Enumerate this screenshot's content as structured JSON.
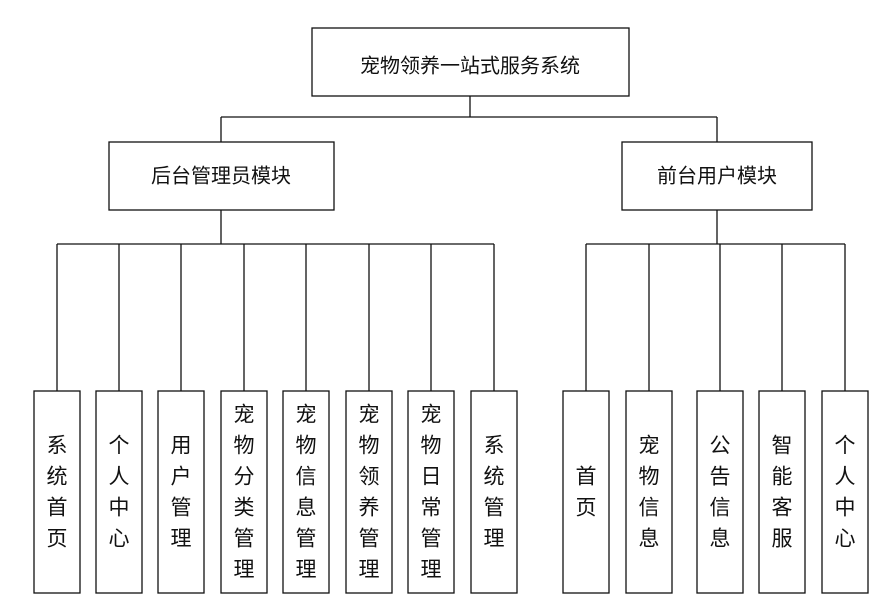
{
  "root": {
    "label": "宠物领养一站式服务系统"
  },
  "modules": [
    {
      "label": "后台管理员模块",
      "children": [
        "系统首页",
        "个人中心",
        "用户管理",
        "宠物分类管理",
        "宠物信息管理",
        "宠物领养管理",
        "宠物日常管理",
        "系统管理"
      ]
    },
    {
      "label": "前台用户模块",
      "children": [
        "首页",
        "宠物信息",
        "公告信息",
        "智能客服",
        "个人中心"
      ]
    }
  ],
  "colors": {
    "line": "#111111",
    "box_fill": "#ffffff",
    "text": "#111111"
  }
}
